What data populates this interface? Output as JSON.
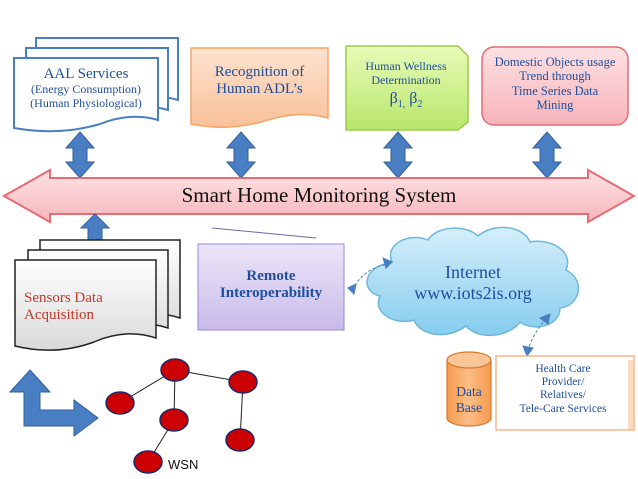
{
  "aal": {
    "title": "AAL Services",
    "line1": "(Energy Consumption)",
    "line2": "(Human Physiological)"
  },
  "adl": {
    "line1": "Recognition of",
    "line2": "Human ADL’s"
  },
  "wellness": {
    "line1": "Human Wellness",
    "line2": "Determination",
    "beta": "β",
    "sub1": "1,",
    "sub2": "2"
  },
  "domestic": {
    "line1": "Domestic Objects usage",
    "line2": "Trend through",
    "line3": "Time Series Data",
    "line4": "Mining"
  },
  "banner": {
    "label": "Smart Home Monitoring System"
  },
  "sensors": {
    "line1": "Sensors Data",
    "line2": "Acquisition"
  },
  "remote": {
    "line1": "Remote",
    "line2": "Interoperability"
  },
  "internet": {
    "line1": "Internet",
    "line2": "www.iots2is.org"
  },
  "database": {
    "line1": "Data",
    "line2": "Base"
  },
  "healthcare": {
    "line1": "Health Care",
    "line2": "Provider/",
    "line3": "Relatives/",
    "line4": "Tele-Care Services"
  },
  "wsn": {
    "label": "WSN"
  },
  "colors": {
    "blue_shape": "#4a7ec3",
    "aal_text": "#1f4e9c",
    "adl_fill": "#fbd2b3",
    "adl_border": "#f5a46a",
    "green_fill": "#d0f28b",
    "pink_fill": "#f9c9cc",
    "banner_fill": "#f9c9cc",
    "banner_border": "#e56c75",
    "remote_fill": "#d8cdf0",
    "cloud_fill": "#a8dcf3",
    "db_fill": "#f7a864",
    "node_fill": "#cc0000"
  }
}
